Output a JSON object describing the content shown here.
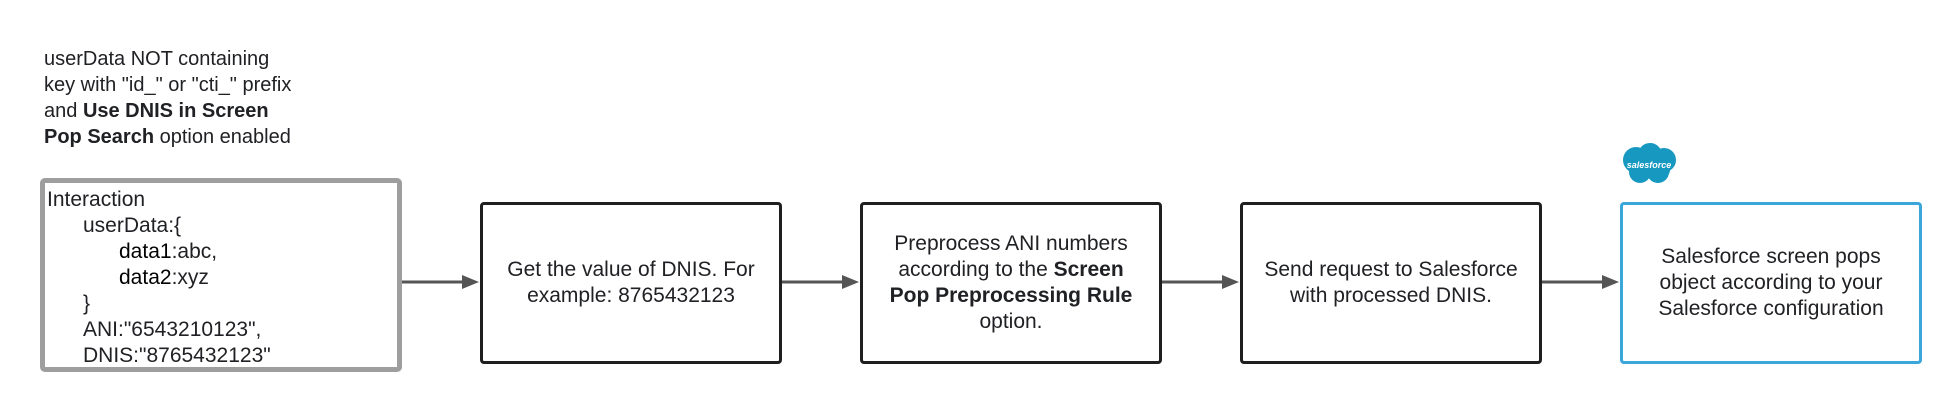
{
  "caption": {
    "line1": "userData NOT containing",
    "line2": "key with \"id_\" or \"cti_\" prefix",
    "line3_pre": "and ",
    "line3_bold": "Use DNIS in Screen",
    "line4_bold": "Pop Search",
    "line4_post": " option enabled"
  },
  "interaction": {
    "title": "Interaction",
    "userdata_open": "userData:{",
    "data1_key": "data1",
    "data1_val": ":abc,",
    "data2_key": "data2",
    "data2_val": ":xyz",
    "close": "}",
    "ani": "ANI:\"6543210123\",",
    "dnis": "DNIS:\"8765432123\""
  },
  "steps": {
    "step1": "Get the value of DNIS. For example: 8765432123",
    "step2_pre": "Preprocess ANI numbers according to the ",
    "step2_bold": "Screen Pop Preprocessing Rule",
    "step2_post": " option.",
    "step3": "Send request to Salesforce with processed DNIS.",
    "step4": "Salesforce screen pops object according to your Salesforce configuration"
  },
  "logo": {
    "text": "salesforce",
    "color": "#1798c1"
  },
  "colors": {
    "box_border": "#1f1f1f",
    "interaction_border": "#9e9e9e",
    "final_border": "#3aa6d9",
    "arrow": "#555555"
  }
}
